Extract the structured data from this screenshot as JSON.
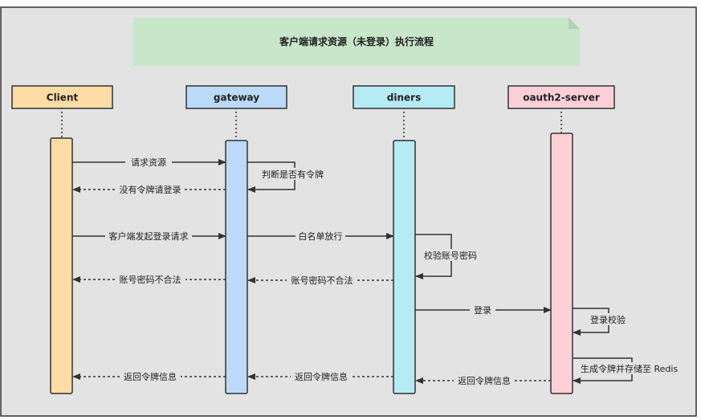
{
  "title": "客户端请求资源（未登录）执行流程",
  "participants": [
    {
      "id": "client",
      "label": "Client",
      "fill": "#FDDCA6",
      "stroke": "#333333"
    },
    {
      "id": "gateway",
      "label": "gateway",
      "fill": "#BADAF8",
      "stroke": "#333333"
    },
    {
      "id": "diners",
      "label": "diners",
      "fill": "#B4EBF4",
      "stroke": "#333333"
    },
    {
      "id": "oauth2",
      "label": "oauth2-server",
      "fill": "#FDD0D8",
      "stroke": "#333333"
    }
  ],
  "messages": [
    {
      "label": "请求资源",
      "style": "solid"
    },
    {
      "label": "判断是否有令牌",
      "style": "self"
    },
    {
      "label": "没有令牌请登录",
      "style": "dotted"
    },
    {
      "label": "客户端发起登录请求",
      "style": "solid"
    },
    {
      "label": "白名单放行",
      "style": "solid"
    },
    {
      "label": "校验账号密码",
      "style": "self"
    },
    {
      "label": "账号密码不合法",
      "style": "dotted"
    },
    {
      "label": "账号密码不合法",
      "style": "dotted"
    },
    {
      "label": "登录",
      "style": "solid"
    },
    {
      "label": "登录校验",
      "style": "self"
    },
    {
      "label": "生成令牌并存储至 Redis",
      "style": "self"
    },
    {
      "label": "返回令牌信息",
      "style": "dotted"
    },
    {
      "label": "返回令牌信息",
      "style": "dotted"
    },
    {
      "label": "返回令牌信息",
      "style": "dotted"
    }
  ],
  "colors": {
    "background": "#E3E3E3",
    "frame": "#333333",
    "title_note": "#C8E6C9",
    "note_fold": "#B5CFB6",
    "line": "#333333"
  }
}
